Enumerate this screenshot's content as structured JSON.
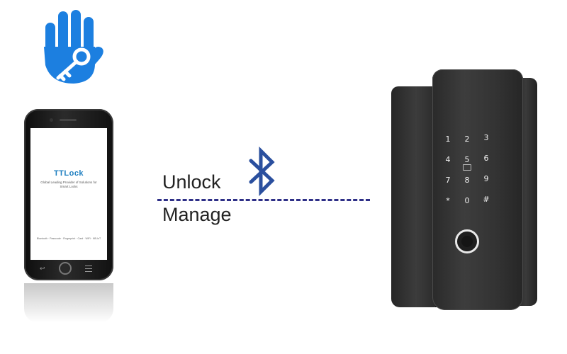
{
  "logo": {
    "icon": "hand-key-icon",
    "color": "#1c7fe0"
  },
  "phone": {
    "app_title": "TTLock",
    "subtitle": "Global Leading Provider of Solutions for Smart Locks",
    "footer": "Bluetooth · Passcode · Fingerprint · Card · WiFi · NB-IoT"
  },
  "connection": {
    "top_label": "Unlock",
    "bottom_label": "Manage",
    "icon": "bluetooth-icon",
    "line_color": "#2e2f87"
  },
  "lock": {
    "keys": [
      "1",
      "2",
      "3",
      "4",
      "5",
      "6",
      "7",
      "8",
      "9",
      "*",
      "0",
      "#"
    ],
    "sensor": "fingerprint-sensor"
  }
}
